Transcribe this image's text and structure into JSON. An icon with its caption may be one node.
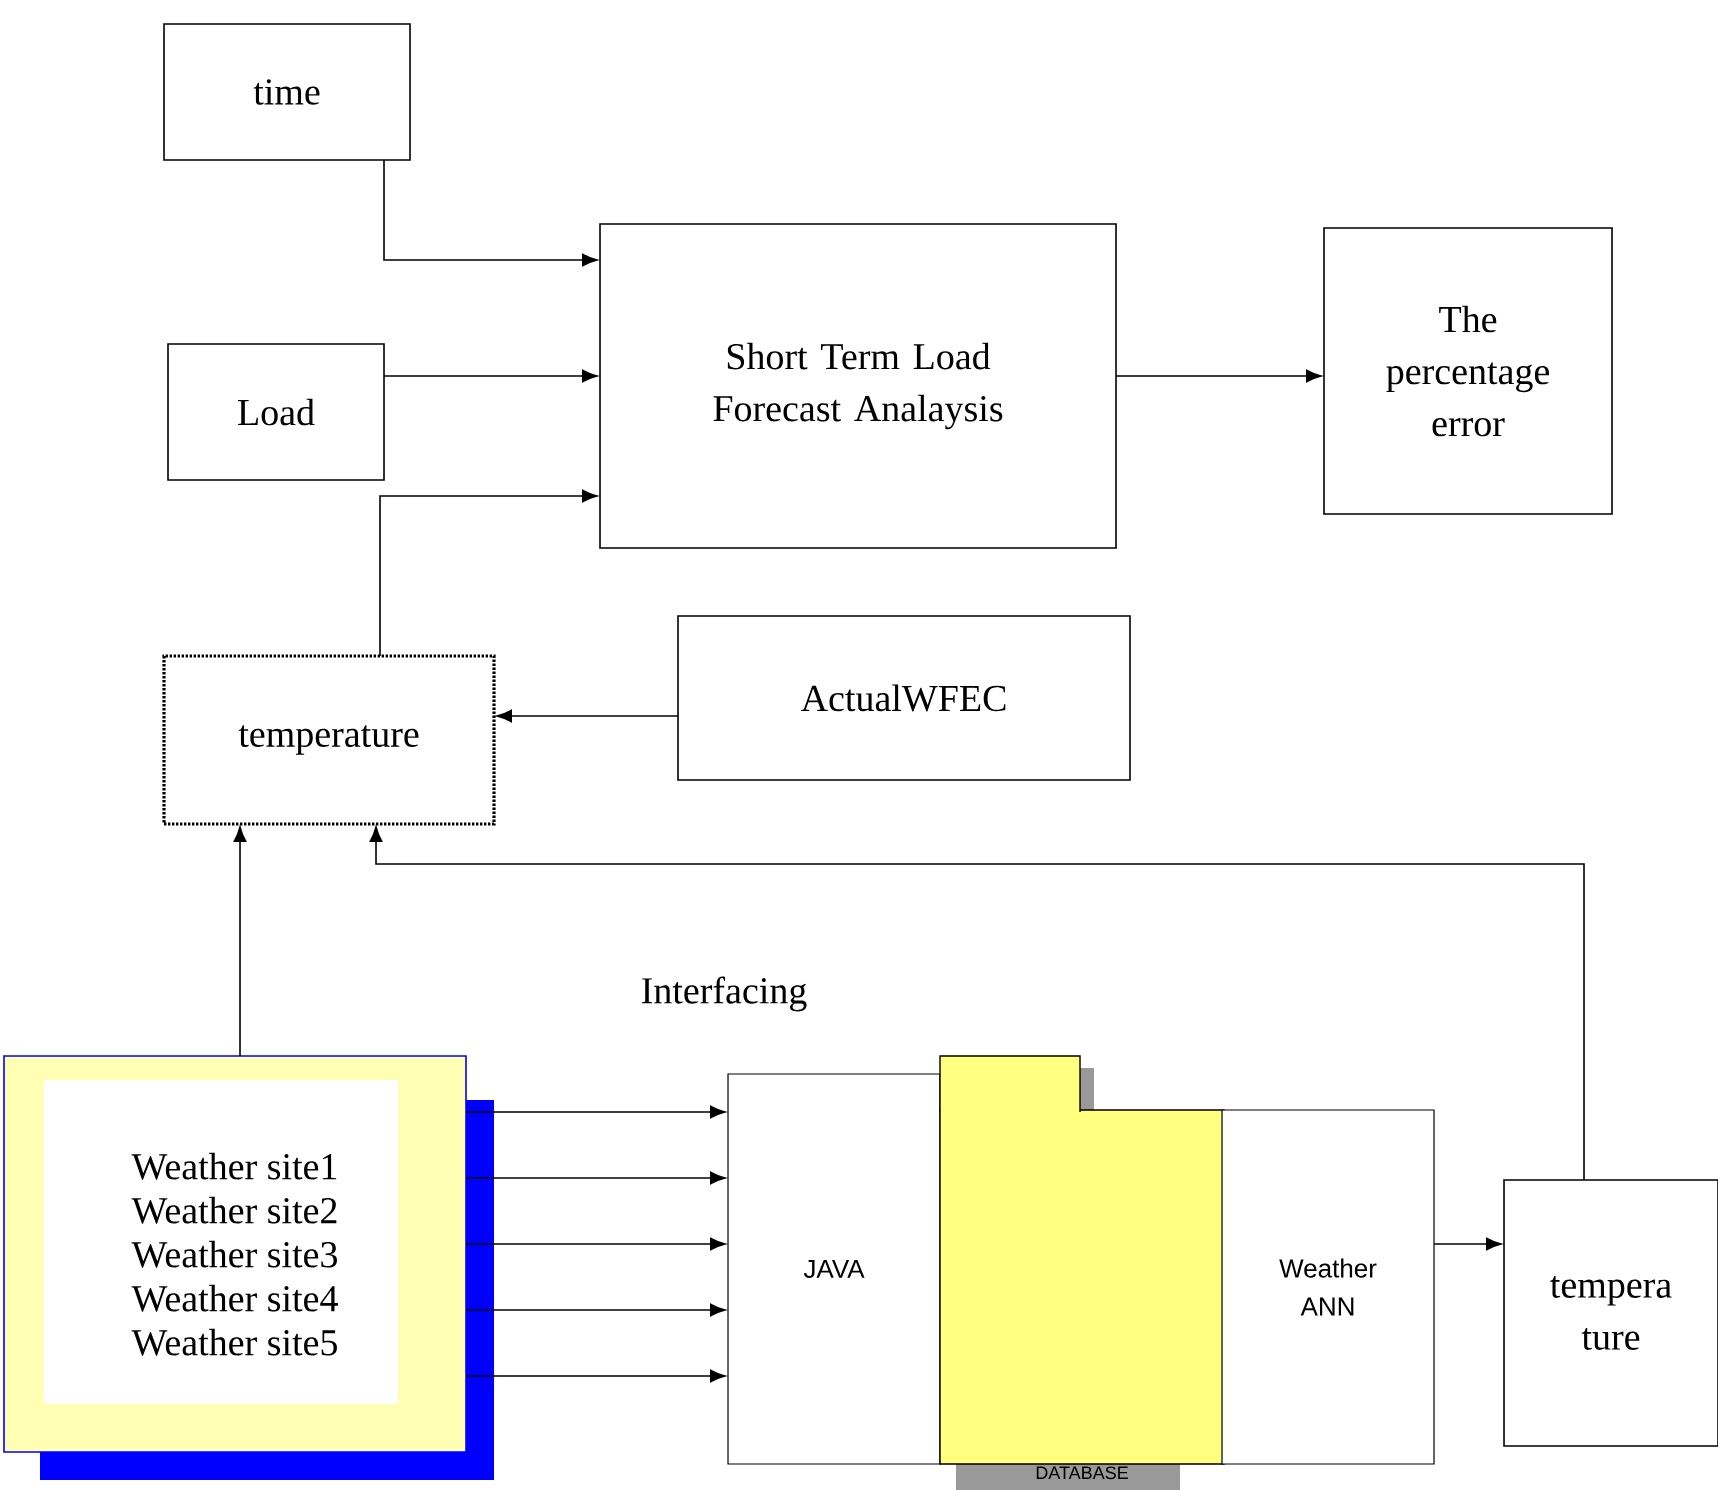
{
  "diagram": {
    "nodes": [
      {
        "text": [
          "time"
        ]
      },
      {
        "text": [
          "Load"
        ]
      },
      {
        "text": [
          "Short Term Load Forecast Analaysis"
        ]
      },
      {
        "text": [
          "The percentage error"
        ]
      },
      {
        "text": [
          "temperature"
        ]
      },
      {
        "text": [
          "ActualWFEC"
        ]
      },
      {
        "text": [
          "Weather site1",
          "Weather site2",
          "Weather site3",
          "Weather site4",
          "Weather site5"
        ]
      },
      {
        "text": [
          "JAVA"
        ]
      },
      {
        "text": [
          "DATABASE"
        ]
      },
      {
        "text": [
          "Weather ANN"
        ]
      },
      {
        "text": [
          "tempera ture"
        ]
      }
    ],
    "edges": [
      {
        "from": 0,
        "to": 2,
        "arrow": "to"
      },
      {
        "from": 1,
        "to": 2,
        "arrow": "to"
      },
      {
        "from": 4,
        "to": 2,
        "arrow": "to"
      },
      {
        "from": 2,
        "to": 3,
        "arrow": "to"
      },
      {
        "from": 5,
        "to": 4,
        "arrow": "to"
      },
      {
        "from": 6,
        "to": 4,
        "arrow": "to"
      },
      {
        "from": 10,
        "to": 4,
        "arrow": "to"
      },
      {
        "from": 6,
        "to": 7,
        "arrow": "to"
      },
      {
        "from": 6,
        "to": 7,
        "arrow": "to"
      },
      {
        "from": 6,
        "to": 7,
        "arrow": "to"
      },
      {
        "from": 6,
        "to": 7,
        "arrow": "to"
      },
      {
        "from": 6,
        "to": 7,
        "arrow": "to"
      },
      {
        "from": 9,
        "to": 10,
        "arrow": "to"
      }
    ],
    "labels": [
      "Interfacing"
    ]
  }
}
